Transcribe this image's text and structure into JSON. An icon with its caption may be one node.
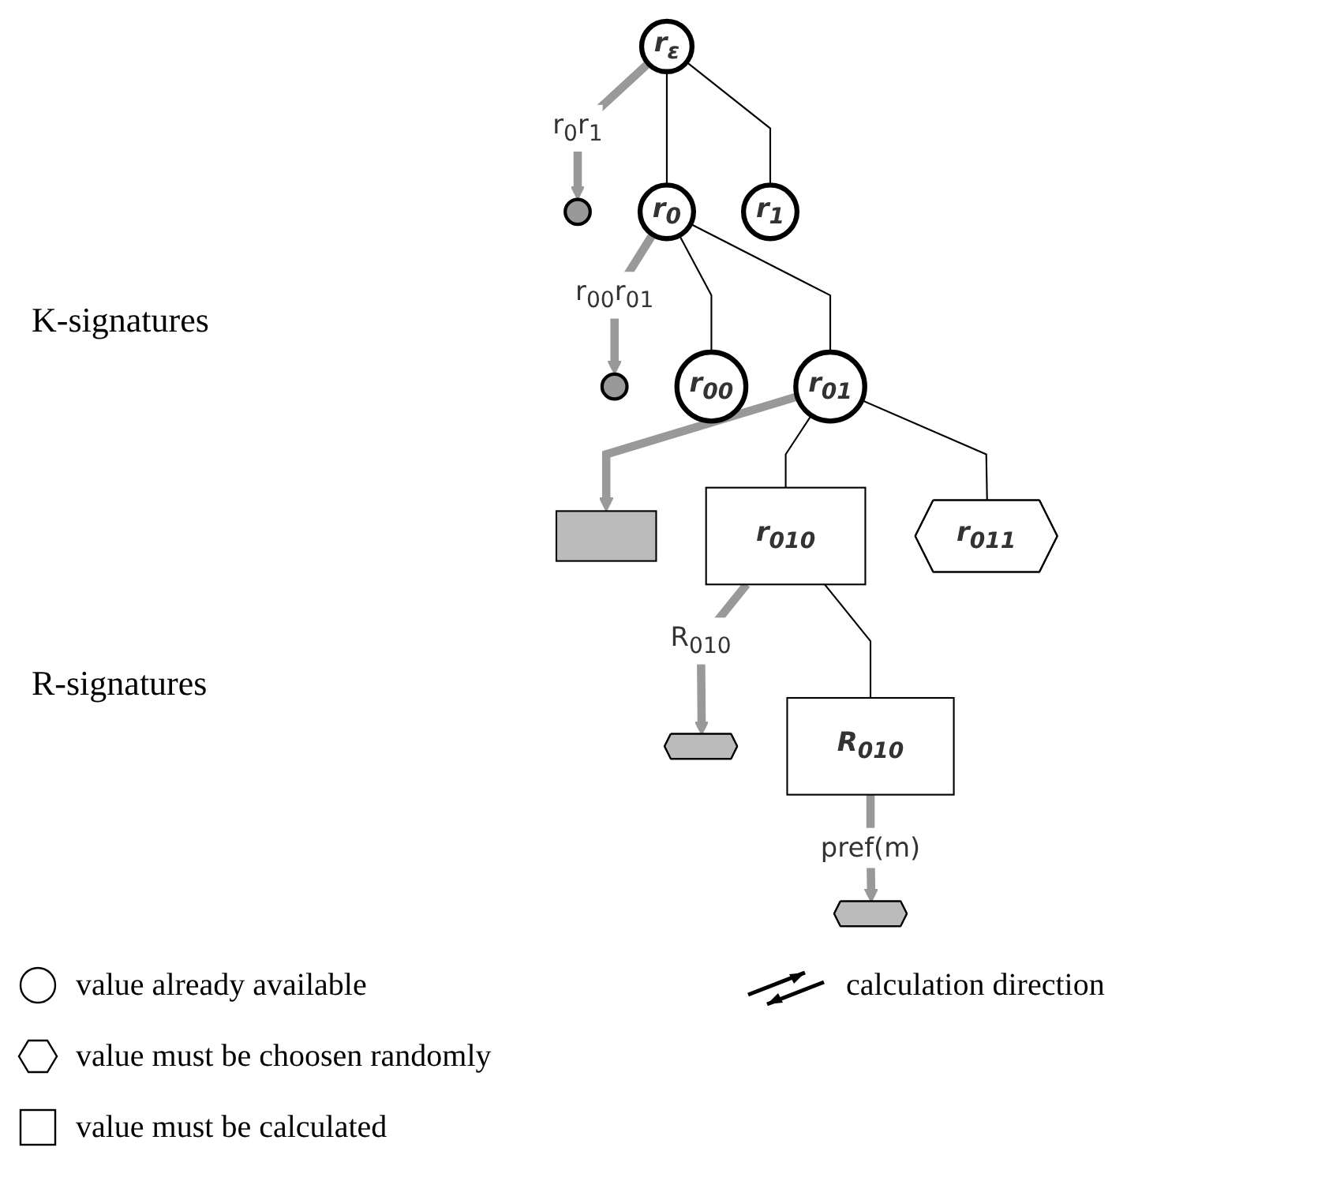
{
  "diagram": {
    "nodes": [
      {
        "text": [
          "r$_{ε}$"
        ]
      },
      {
        "text": [],
        "shape": "circle"
      },
      {
        "text": [
          "r$_{0}$"
        ]
      },
      {
        "text": [
          "r$_{1}$"
        ]
      },
      {
        "text": [],
        "shape": "circle"
      },
      {
        "text": [
          "r$_{00}$"
        ]
      },
      {
        "text": [
          "r$_{01}$"
        ]
      },
      {
        "text": [],
        "shape": "box"
      },
      {
        "text": [
          "r$_{010}$"
        ]
      },
      {
        "text": [
          "r$_{011}$"
        ]
      },
      {
        "text": [],
        "shape": "hexagon"
      },
      {
        "text": [
          "R$_{010}$"
        ]
      },
      {
        "text": [],
        "shape": "hexagon"
      }
    ],
    "edges": [
      {
        "from": 0,
        "to": 1,
        "arrow": "to",
        "label": "r$_{0}$r$_{1}$",
        "style": "thick",
        "color": "#999999"
      },
      {
        "from": 0,
        "to": 2,
        "arrow": "none"
      },
      {
        "from": 0,
        "to": 3,
        "arrow": "none"
      },
      {
        "from": 2,
        "to": 4,
        "arrow": "to",
        "label": "r$_{00}$r$_{01}$",
        "style": "thick",
        "color": "#999999"
      },
      {
        "from": 2,
        "to": 5,
        "arrow": "none"
      },
      {
        "from": 2,
        "to": 6,
        "arrow": "none"
      },
      {
        "from": 6,
        "to": 7,
        "arrow": "to",
        "style": "thick",
        "color": "#999999"
      },
      {
        "from": 6,
        "to": 8,
        "arrow": "none"
      },
      {
        "from": 6,
        "to": 9,
        "arrow": "none"
      },
      {
        "from": 8,
        "to": 10,
        "arrow": "to",
        "label": "R$_{010}$",
        "style": "thick",
        "color": "#999999"
      },
      {
        "from": 8,
        "to": 11,
        "arrow": "none"
      },
      {
        "from": 11,
        "to": 12,
        "arrow": "to",
        "label": "pref(m)",
        "style": "thick",
        "color": "#999999"
      }
    ],
    "labels": [
      "K-signatures",
      "R-signatures"
    ],
    "legend": [
      {
        "text": "value already available"
      },
      {
        "text": "calculation direction"
      },
      {
        "text": "value must be choosen randomly"
      },
      {
        "text": "value must be calculated"
      }
    ]
  }
}
